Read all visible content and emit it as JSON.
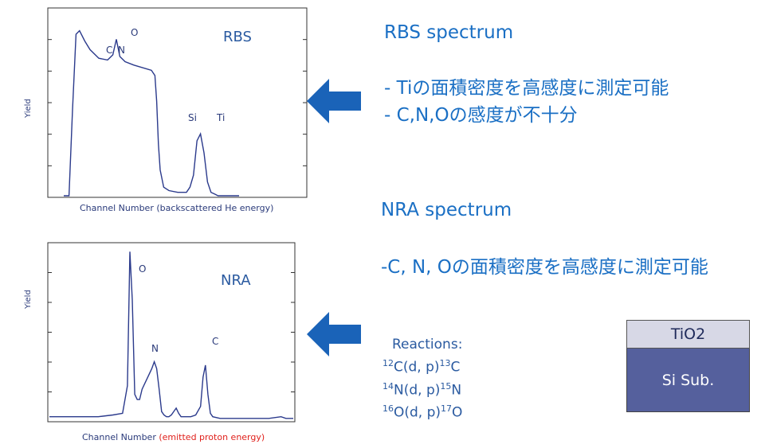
{
  "chart_data": [
    {
      "type": "line",
      "title": "RBS",
      "xlabel": "Channel Number (backscattered He energy)",
      "ylabel": "Yield",
      "line_color": "#2b3a8c",
      "annotations": [
        "C",
        "N",
        "O",
        "Si",
        "Ti"
      ],
      "x": [
        0,
        3,
        5,
        7,
        9,
        12,
        15,
        20,
        25,
        28,
        30,
        32,
        35,
        40,
        50,
        52,
        53,
        54,
        55,
        56,
        57,
        60,
        65,
        70,
        72,
        74,
        76,
        78,
        80,
        82,
        84,
        86,
        88,
        100
      ],
      "y": [
        0,
        0,
        0.5,
        0.94,
        0.96,
        0.9,
        0.85,
        0.8,
        0.79,
        0.82,
        0.91,
        0.81,
        0.78,
        0.76,
        0.73,
        0.7,
        0.55,
        0.3,
        0.15,
        0.1,
        0.05,
        0.03,
        0.02,
        0.02,
        0.05,
        0.12,
        0.32,
        0.36,
        0.25,
        0.08,
        0.02,
        0.01,
        0,
        0
      ]
    },
    {
      "type": "line",
      "title": "NRA",
      "xlabel": "Channel Number (emitted proton energy)",
      "ylabel": "Yield",
      "line_color": "#2b3a8c",
      "annotations": [
        "O",
        "N",
        "C"
      ],
      "x": [
        0,
        10,
        20,
        26,
        30,
        32,
        33,
        34,
        35,
        36,
        37,
        38,
        40,
        42,
        43,
        44,
        45,
        46,
        47,
        48,
        49,
        50,
        52,
        53,
        54,
        55,
        56,
        58,
        60,
        62,
        63,
        64,
        65,
        66,
        67,
        70,
        80,
        90,
        95,
        97,
        100
      ],
      "y": [
        0.02,
        0.02,
        0.02,
        0.03,
        0.04,
        0.2,
        0.98,
        0.7,
        0.15,
        0.12,
        0.12,
        0.18,
        0.24,
        0.3,
        0.34,
        0.3,
        0.18,
        0.05,
        0.03,
        0.02,
        0.02,
        0.03,
        0.07,
        0.04,
        0.02,
        0.02,
        0.02,
        0.02,
        0.03,
        0.08,
        0.25,
        0.32,
        0.15,
        0.04,
        0.02,
        0.01,
        0.01,
        0.01,
        0.02,
        0.01,
        0.01
      ]
    }
  ],
  "labels": {
    "rbs_xlabel_main": "Channel Number (backscattered He energy)",
    "nra_xlabel_main": "Channel Number ",
    "nra_xlabel_red": "(emitted proton energy)"
  },
  "right": {
    "rbs_heading": "RBS spectrum",
    "rbs_line1": "- Tiの面積密度を高感度に測定可能",
    "rbs_line2": "- C,N,Oの感度が不十分",
    "nra_heading": "NRA spectrum",
    "nra_line1": "-C, N, Oの面積密度を高感度に測定可能"
  },
  "reactions": {
    "title": "Reactions:",
    "r1": {
      "pre": "12",
      "a": "C(d, p)",
      "post": "13",
      "b": "C"
    },
    "r2": {
      "pre": "14",
      "a": "N(d, p)",
      "post": "15",
      "b": "N"
    },
    "r3": {
      "pre": "16",
      "a": "O(d, p)",
      "post": "17",
      "b": "O"
    }
  },
  "layers": {
    "top": "TiO2",
    "bottom": "Si Sub."
  },
  "colors": {
    "arrow": "#1a63b8",
    "text_blue": "#1a6fc4",
    "red": "#e0201b"
  }
}
